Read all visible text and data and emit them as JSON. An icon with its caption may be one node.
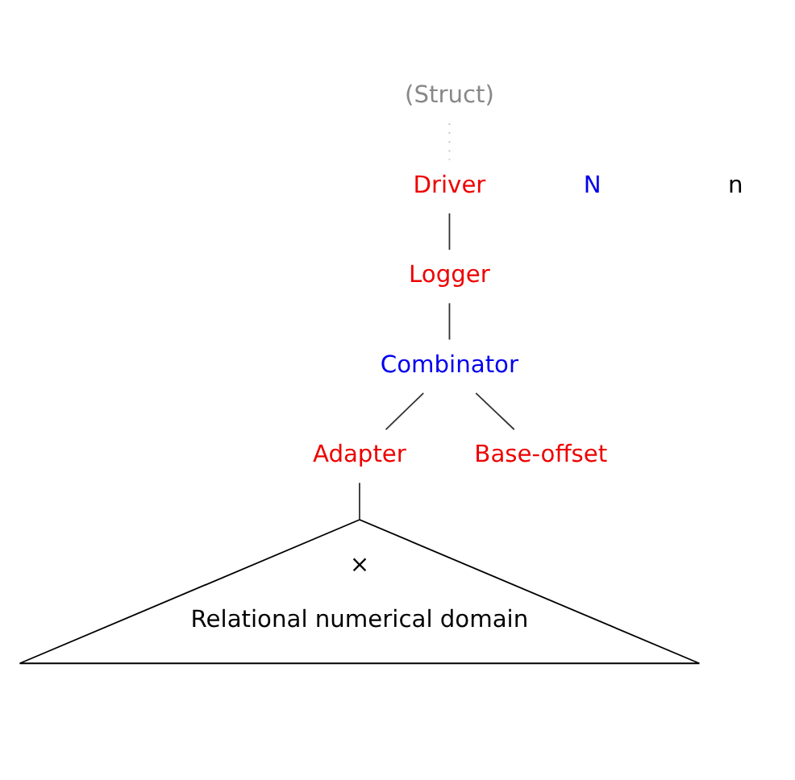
{
  "diagram": {
    "nodes": [
      {
        "text": [
          "(Struct)"
        ]
      },
      {
        "text": [
          "Driver"
        ]
      },
      {
        "text": [
          "Logger"
        ]
      },
      {
        "text": [
          "Combinator"
        ]
      },
      {
        "text": [
          "Adapter"
        ]
      },
      {
        "text": [
          "Base-offset"
        ]
      },
      {
        "text": [
          "×",
          "Relational numerical domain"
        ]
      }
    ],
    "edges": [
      {
        "from": 0,
        "to": 1,
        "arrow": "none",
        "style": "dashed",
        "color": "#bbbbbb"
      },
      {
        "from": 1,
        "to": 2,
        "arrow": "none"
      },
      {
        "from": 2,
        "to": 3,
        "arrow": "none"
      },
      {
        "from": 3,
        "to": 4,
        "arrow": "none"
      },
      {
        "from": 3,
        "to": 5,
        "arrow": "none"
      },
      {
        "from": 4,
        "to": 6,
        "arrow": "none"
      }
    ],
    "labels": [
      "N",
      "n"
    ]
  }
}
